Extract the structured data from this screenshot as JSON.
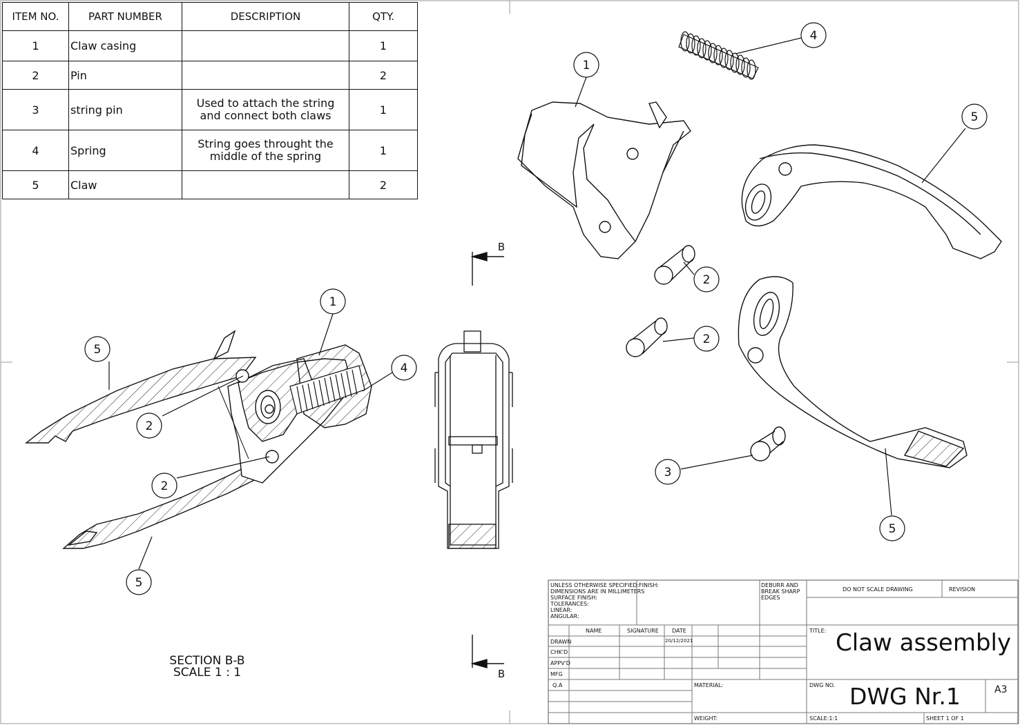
{
  "bom": {
    "headers": [
      "ITEM NO.",
      "PART NUMBER",
      "DESCRIPTION",
      "QTY."
    ],
    "rows": [
      {
        "item": "1",
        "part": "Claw casing",
        "desc": "",
        "qty": "1"
      },
      {
        "item": "2",
        "part": "Pin",
        "desc": "",
        "qty": "2"
      },
      {
        "item": "3",
        "part": "string pin",
        "desc": "Used to attach the string\nand connect both claws",
        "qty": "1"
      },
      {
        "item": "4",
        "part": "Spring",
        "desc": "String goes throught the\nmiddle of the spring",
        "qty": "1"
      },
      {
        "item": "5",
        "part": "Claw",
        "desc": "",
        "qty": "2"
      }
    ]
  },
  "section": {
    "label_line1": "SECTION B-B",
    "label_line2": "SCALE 1 : 1",
    "cut_letter_top": "B",
    "cut_letter_bottom": "B"
  },
  "balloons": {
    "section_view": [
      "1",
      "5",
      "4",
      "2",
      "2",
      "5"
    ],
    "exploded_view": [
      "1",
      "4",
      "5",
      "2",
      "2",
      "3",
      "5"
    ]
  },
  "title_block": {
    "notes": "UNLESS OTHERWISE SPECIFIED:\nDIMENSIONS ARE IN MILLIMETERS\nSURFACE FINISH:\nTOLERANCES:\n   LINEAR:\n   ANGULAR:",
    "finish": "FINISH:",
    "deburr": "DEBURR AND\nBREAK SHARP\nEDGES",
    "do_not_scale": "DO NOT SCALE DRAWING",
    "revision": "REVISION",
    "col_name": "NAME",
    "col_signature": "SIGNATURE",
    "col_date": "DATE",
    "row_drawn": "DRAWN",
    "row_chkd": "CHK'D",
    "row_apprd": "APPV'D",
    "row_mfg": "MFG",
    "row_qa": "Q.A",
    "drawn_date": "20/12/2021",
    "title_label": "TITLE:",
    "title": "Claw assembly",
    "material": "MATERIAL:",
    "dwg_no_label": "DWG NO.",
    "dwg_no": "DWG Nr.1",
    "size": "A3",
    "weight": "WEIGHT:",
    "scale": "SCALE:1:1",
    "sheet": "SHEET 1 OF 1"
  }
}
